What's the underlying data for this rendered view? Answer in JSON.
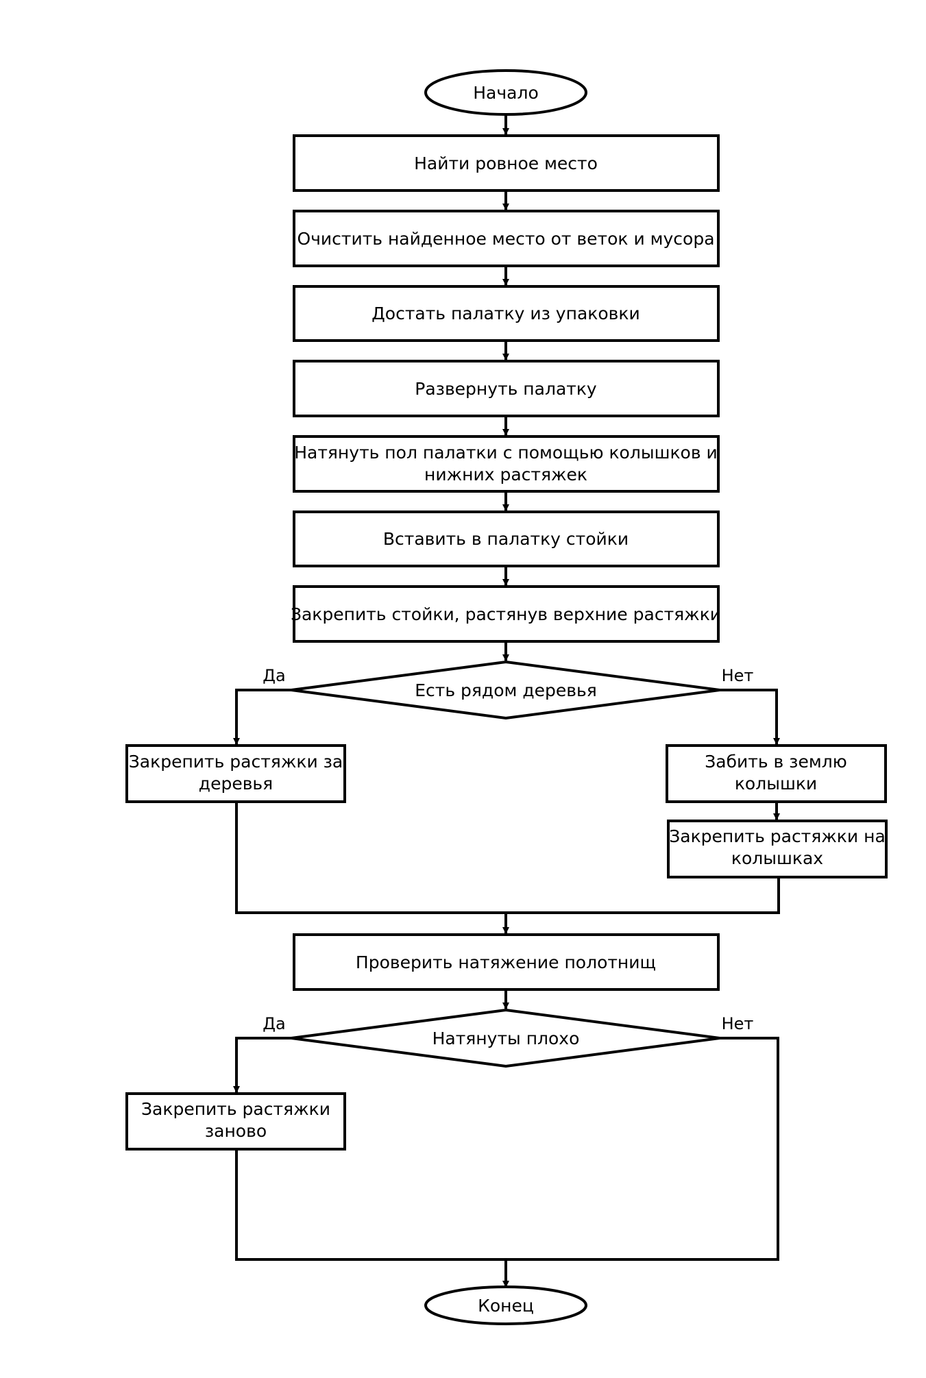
{
  "flowchart": {
    "start": "Начало",
    "steps": {
      "find_place": "Найти ровное место",
      "clear_place": "Очистить найденное место от веток и мусора",
      "unpack_tent": "Достать палатку из упаковки",
      "unfold_tent": "Развернуть палатку",
      "stretch_floor_line1": "Натянуть пол палатки с помощью колышков и",
      "stretch_floor_line2": "нижних растяжек",
      "insert_poles": "Вставить в палатку стойки",
      "fix_poles": "Закрепить стойки, растянув верхние растяжки",
      "tie_to_trees_line1": "Закрепить растяжки за",
      "tie_to_trees_line2": "деревья",
      "drive_pegs_line1": "Забить в землю",
      "drive_pegs_line2": "колышки",
      "tie_to_pegs_line1": "Закрепить растяжки на",
      "tie_to_pegs_line2": "колышках",
      "check_tension": "Проверить натяжение полотнищ",
      "retie_line1": "Закрепить растяжки",
      "retie_line2": "заново"
    },
    "decisions": {
      "trees_nearby": "Есть рядом деревья",
      "poorly_stretched": "Натянуты плохо"
    },
    "branch_labels": {
      "yes": "Да",
      "no": "Нет"
    },
    "end": "Конец"
  }
}
